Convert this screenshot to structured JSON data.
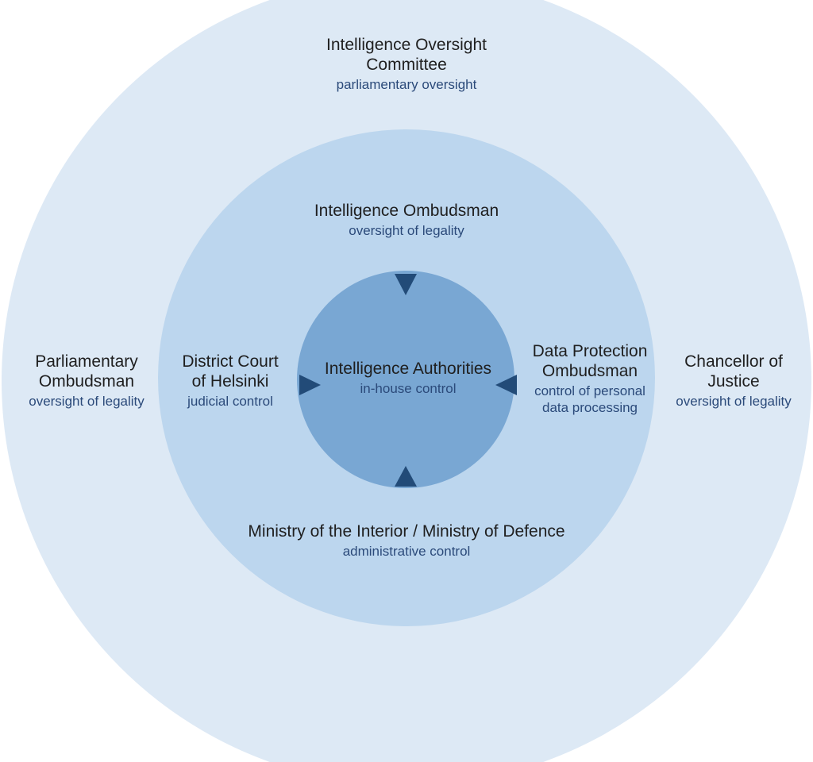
{
  "colors": {
    "outer_ring": "#dde9f5",
    "middle_ring": "#bcd6ee",
    "inner_circle": "#79a7d3",
    "arrow": "#224b78",
    "title_text": "#1f1f1f",
    "subtitle_text": "#2b4a7a"
  },
  "outer": {
    "top": {
      "title": "Intelligence Oversight Committee",
      "subtitle": "parliamentary oversight"
    },
    "left": {
      "title": "Parliamentary Ombudsman",
      "subtitle": "oversight of legality"
    },
    "right": {
      "title": "Chancellor of Justice",
      "subtitle": "oversight of legality"
    }
  },
  "middle": {
    "top": {
      "title": "Intelligence Ombudsman",
      "subtitle": "oversight of legality"
    },
    "left": {
      "title": "District Court of Helsinki",
      "subtitle": "judicial control"
    },
    "right": {
      "title": "Data Protection Ombudsman",
      "subtitle": "control of personal data processing"
    },
    "bottom": {
      "title": "Ministry of the Interior / Ministry of Defence",
      "subtitle": "administrative control"
    }
  },
  "center": {
    "title": "Intelligence Authorities",
    "subtitle": "in-house control"
  }
}
